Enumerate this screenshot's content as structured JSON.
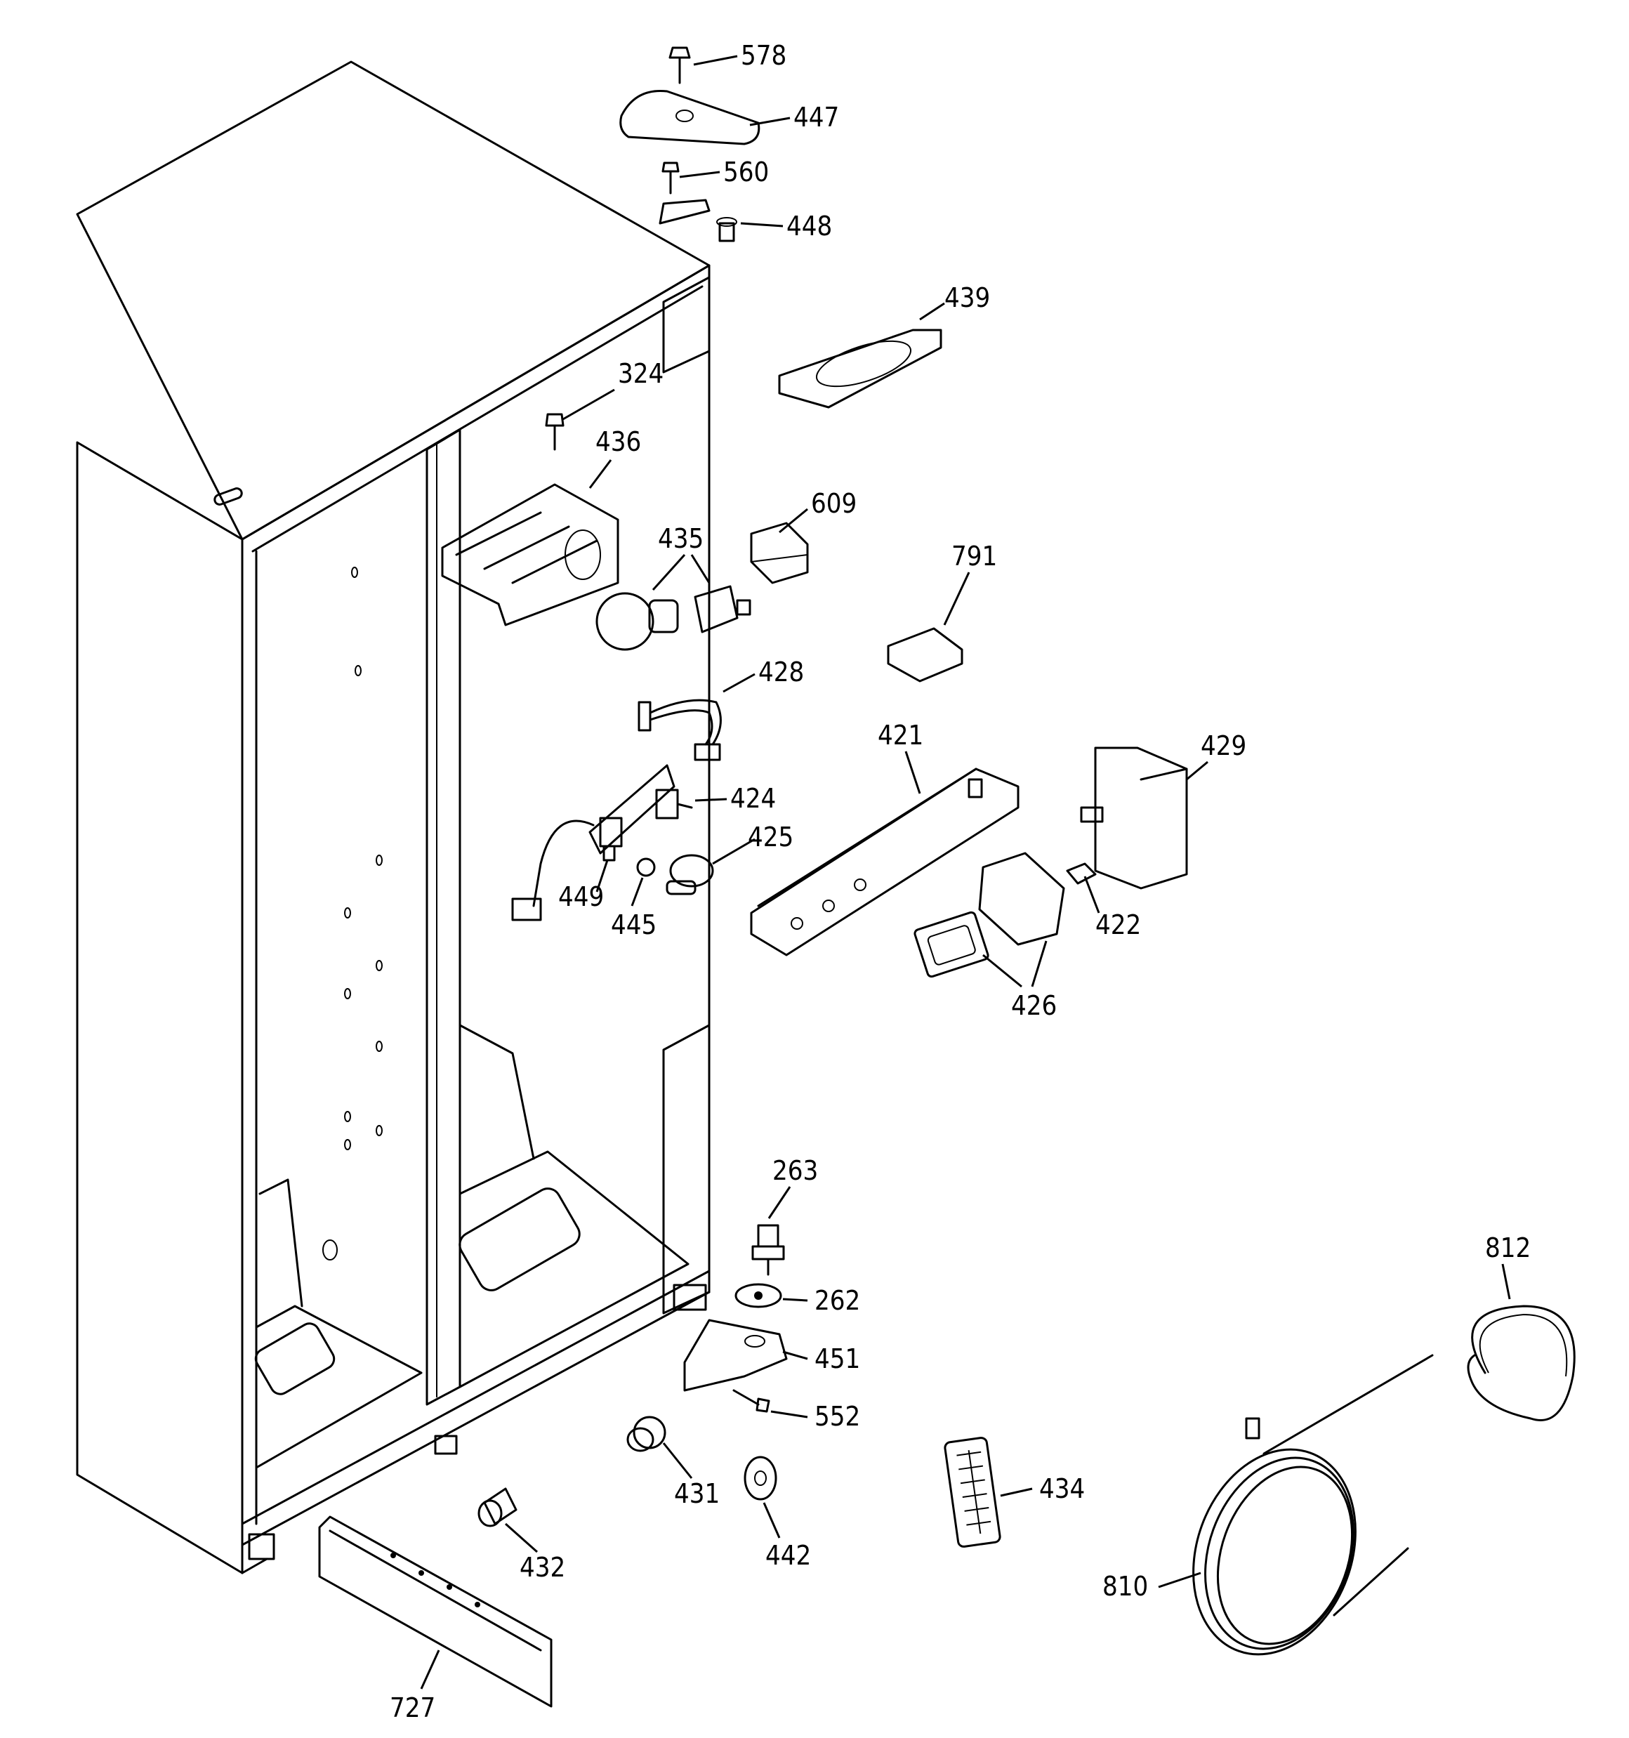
{
  "diagram": {
    "background": "#ffffff",
    "ink": "#000000",
    "callouts": [
      {
        "id": "c578",
        "label": "578"
      },
      {
        "id": "c447",
        "label": "447"
      },
      {
        "id": "c560",
        "label": "560"
      },
      {
        "id": "c448",
        "label": "448"
      },
      {
        "id": "c439",
        "label": "439"
      },
      {
        "id": "c324",
        "label": "324"
      },
      {
        "id": "c436",
        "label": "436"
      },
      {
        "id": "c609",
        "label": "609"
      },
      {
        "id": "c435",
        "label": "435"
      },
      {
        "id": "c791",
        "label": "791"
      },
      {
        "id": "c428",
        "label": "428"
      },
      {
        "id": "c421",
        "label": "421"
      },
      {
        "id": "c429",
        "label": "429"
      },
      {
        "id": "c424",
        "label": "424"
      },
      {
        "id": "c425",
        "label": "425"
      },
      {
        "id": "c449",
        "label": "449"
      },
      {
        "id": "c445",
        "label": "445"
      },
      {
        "id": "c422",
        "label": "422"
      },
      {
        "id": "c426",
        "label": "426"
      },
      {
        "id": "c263",
        "label": "263"
      },
      {
        "id": "c812",
        "label": "812"
      },
      {
        "id": "c262",
        "label": "262"
      },
      {
        "id": "c451",
        "label": "451"
      },
      {
        "id": "c552",
        "label": "552"
      },
      {
        "id": "c431",
        "label": "431"
      },
      {
        "id": "c434",
        "label": "434"
      },
      {
        "id": "c442",
        "label": "442"
      },
      {
        "id": "c432",
        "label": "432"
      },
      {
        "id": "c810",
        "label": "810"
      },
      {
        "id": "c727",
        "label": "727"
      }
    ]
  }
}
